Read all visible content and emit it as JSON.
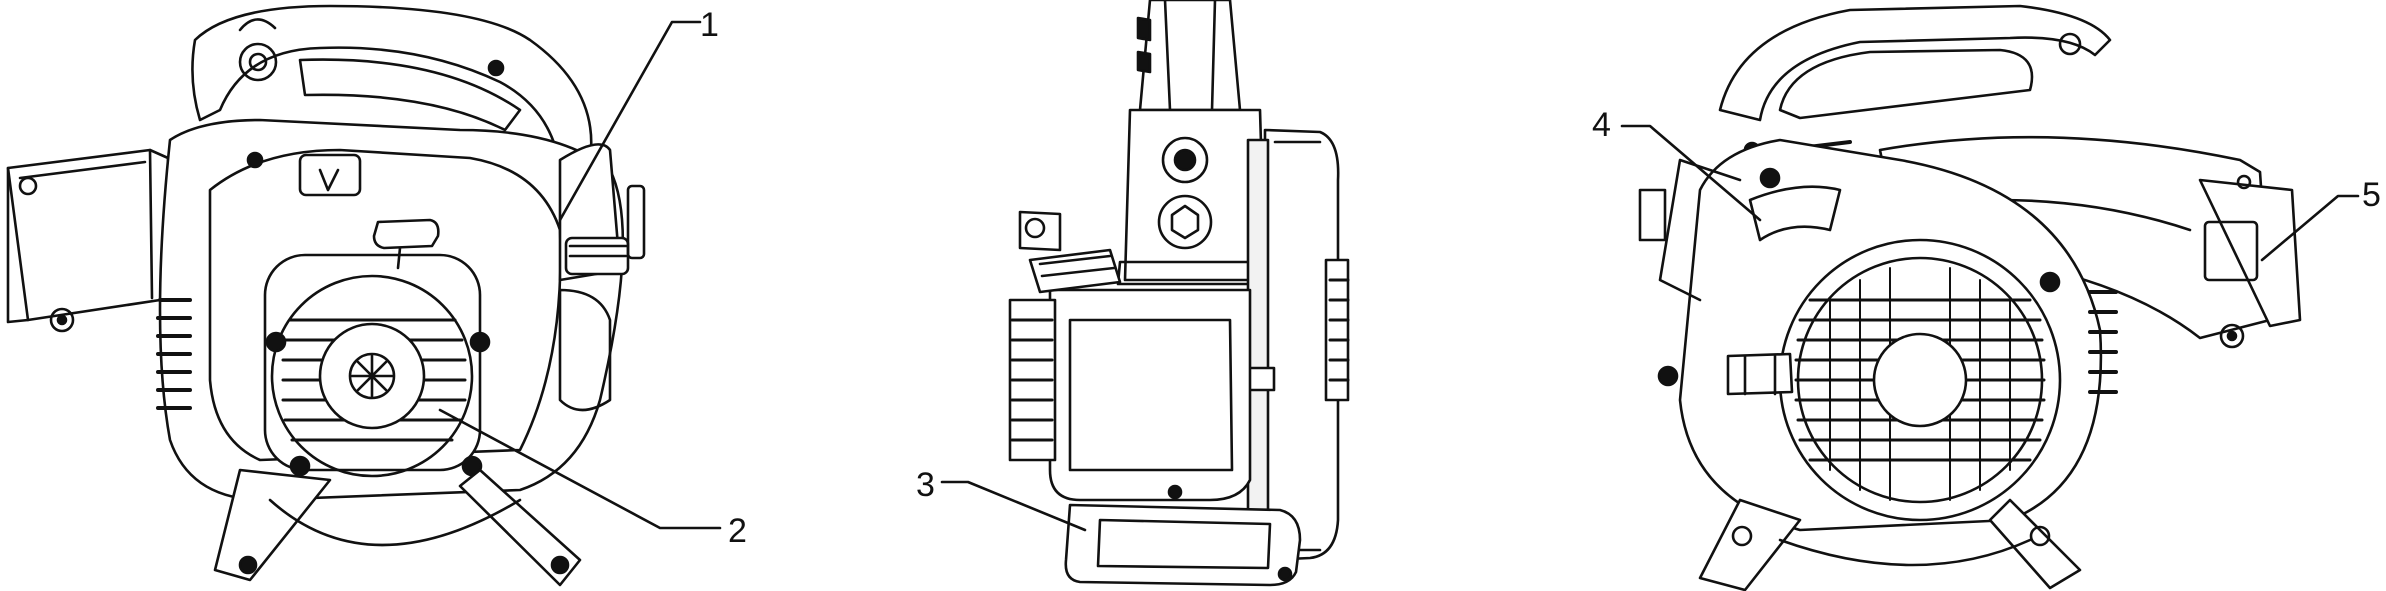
{
  "callouts": {
    "c1": "1",
    "c2": "2",
    "c3": "3",
    "c4": "4",
    "c5": "5"
  },
  "colors": {
    "line": "#111111",
    "background": "#ffffff",
    "shade": "#f2f2f2"
  }
}
